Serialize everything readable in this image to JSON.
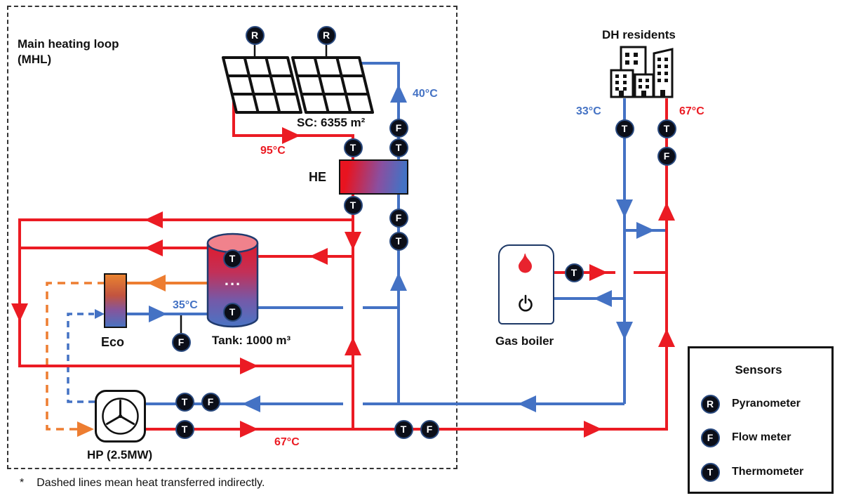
{
  "region_label": {
    "line1": "Main heating loop",
    "line2": "(MHL)"
  },
  "components": {
    "solar_collectors": {
      "label": "SC: 6355 m²"
    },
    "heat_exchanger": {
      "label": "HE"
    },
    "storage_tank": {
      "label": "Tank: 1000 m³",
      "stratification_dots": "..."
    },
    "economizer": {
      "label": "Eco"
    },
    "heat_pump": {
      "label": "HP (2.5MW)"
    },
    "gas_boiler": {
      "label": "Gas boiler"
    },
    "district_heating": {
      "label": "DH residents"
    }
  },
  "temperatures": {
    "solar_supply": "95°C",
    "solar_return": "40°C",
    "eco_outlet": "35°C",
    "hp_supply": "67°C",
    "dh_return": "33°C",
    "dh_supply": "67°C"
  },
  "sensor_symbols": {
    "pyranometer": "R",
    "flow_meter": "F",
    "thermometer": "T"
  },
  "legend": {
    "title": "Sensors",
    "items": [
      {
        "symbol": "R",
        "label": "Pyranometer"
      },
      {
        "symbol": "F",
        "label": "Flow meter"
      },
      {
        "symbol": "T",
        "label": "Thermometer"
      }
    ]
  },
  "footnote": {
    "marker": "*",
    "text": "Dashed lines mean heat transferred indirectly."
  },
  "colors": {
    "hot_line": "#EB1B23",
    "cold_line": "#4472C4",
    "indirect_line": "#ED7D31",
    "sensor_fill": "#0B0E18"
  }
}
